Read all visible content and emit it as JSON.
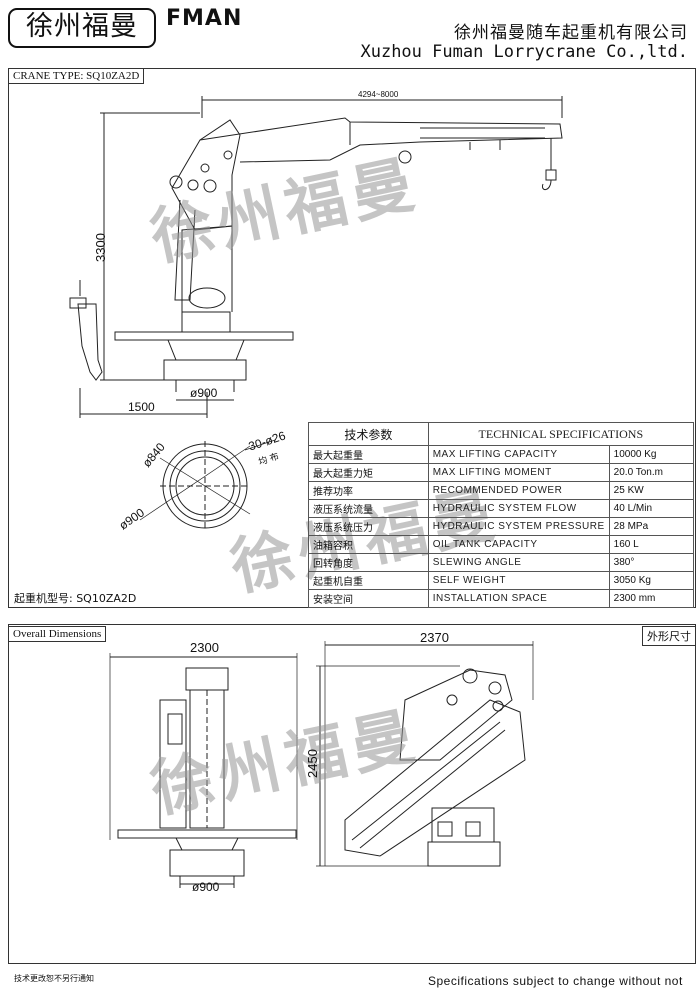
{
  "header": {
    "logo_text": "徐州福曼",
    "brand": "FMAN",
    "company_cn": "徐州福曼随车起重机有限公司",
    "company_en": "Xuzhou Fuman Lorrycrane Co.,ltd."
  },
  "top_section": {
    "crane_type_label": "CRANE TYPE: SQ10ZA2D",
    "dims": {
      "reach": "4294~8000",
      "height": "3300",
      "offset": "1500",
      "base_dia": "ø900",
      "flange_inner": "ø840",
      "flange_outer": "ø900",
      "holes": "30-ø26",
      "holes_note": "均 布"
    }
  },
  "spec_table": {
    "title_cn": "技术参数",
    "title_en": "TECHNICAL SPECIFICATIONS",
    "rows": [
      {
        "cn": "最大起重量",
        "en": "MAX LIFTING CAPACITY",
        "value": "10000 Kg"
      },
      {
        "cn": "最大起重力矩",
        "en": "MAX LIFTING MOMENT",
        "value": "20.0 Ton.m"
      },
      {
        "cn": "推荐功率",
        "en": "RECOMMENDED POWER",
        "value": "25 KW"
      },
      {
        "cn": "液压系统流量",
        "en": "HYDRAULIC SYSTEM FLOW",
        "value": "40 L/Min"
      },
      {
        "cn": "液压系统压力",
        "en": "HYDRAULIC SYSTEM PRESSURE",
        "value": "28 MPa"
      },
      {
        "cn": "油箱容积",
        "en": "OIL TANK CAPACITY",
        "value": "160 L"
      },
      {
        "cn": "回转角度",
        "en": "SLEWING ANGLE",
        "value": "380°"
      },
      {
        "cn": "起重机自重",
        "en": "SELF WEIGHT",
        "value": "3050 Kg"
      },
      {
        "cn": "安装空间",
        "en": "INSTALLATION SPACE",
        "value": "2300 mm"
      }
    ],
    "model_label": "起重机型号: SQ10ZA2D"
  },
  "overall": {
    "label_en": "Overall Dimensions",
    "label_cn": "外形尺寸",
    "dims": {
      "width": "2300",
      "length": "2370",
      "height": "2450",
      "base_dia": "ø900"
    }
  },
  "watermark": "徐州福曼",
  "footer": {
    "left": "技术更改恕不另行通知",
    "right": "Specifications subject to change without not"
  }
}
